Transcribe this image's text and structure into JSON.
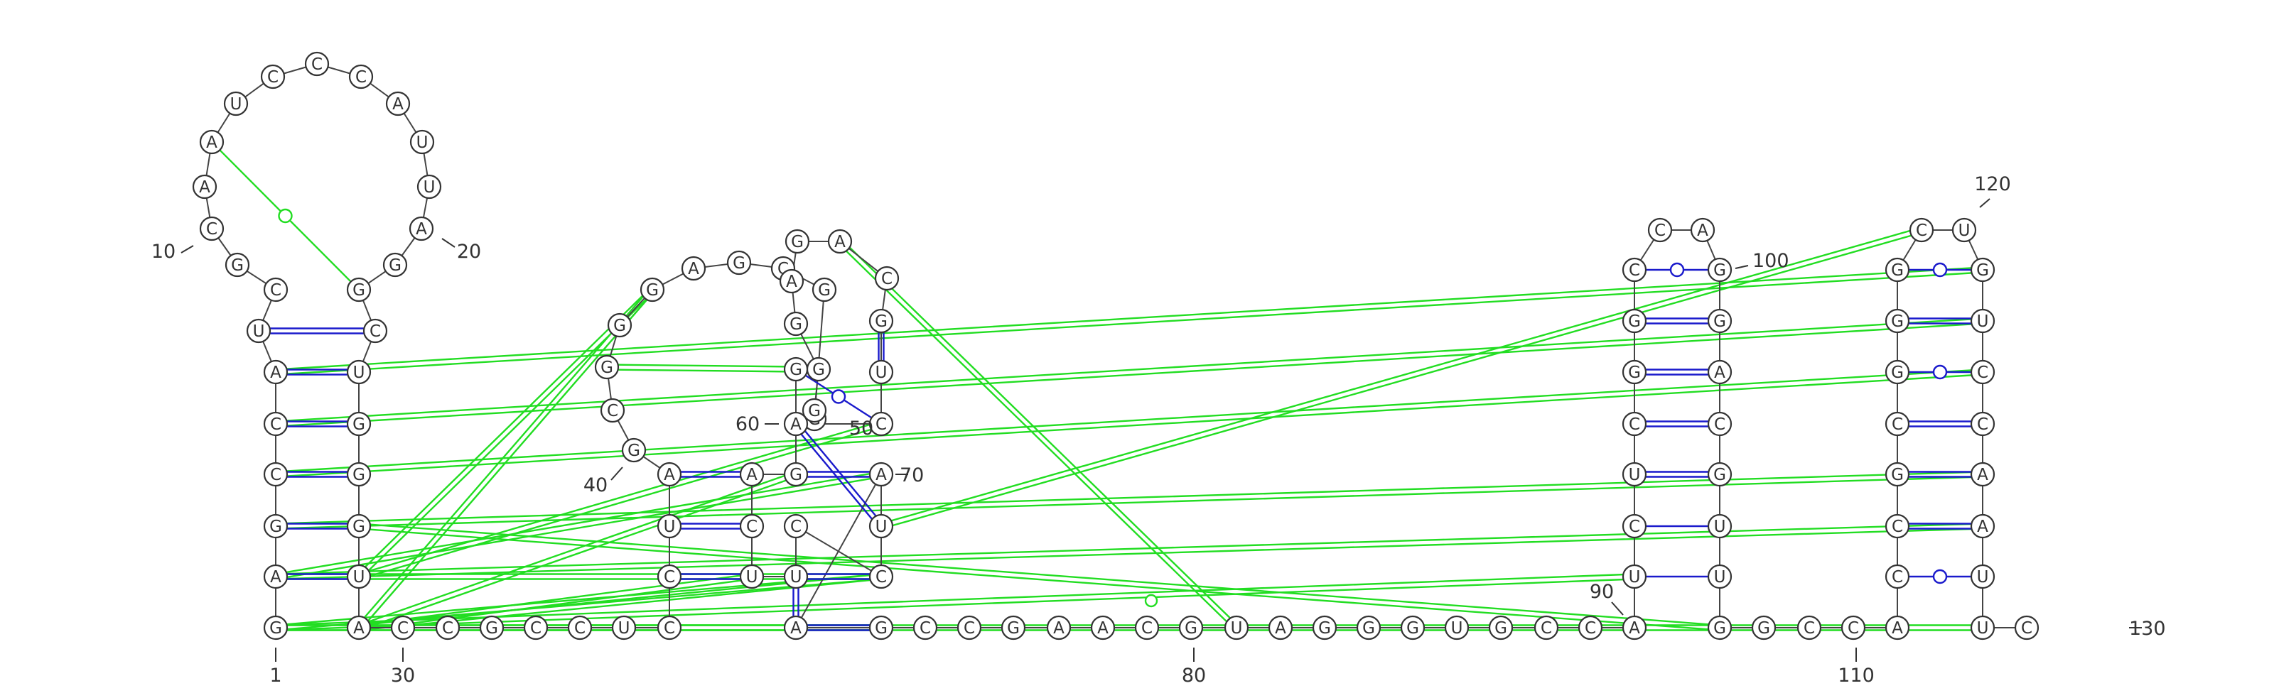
{
  "structure": {
    "sequence": "GAGCCAUCGCAAUCCCAUUAGGCUGGGUACCGCCUCCUAGCGGGAGCGGGGGAGACGUCAGGACUUCCUAAGCCGAACGUAGGGUGCCAUCUCGGCCAGGACGUUGGCCACCGCGGGCUGUCCAAUUC",
    "position_labels": [
      "1",
      "10",
      "20",
      "30",
      "40",
      "50",
      "60",
      "70",
      "80",
      "90",
      "100",
      "110",
      "120",
      "130"
    ]
  },
  "colors": {
    "nucleotide_stroke": "#333333",
    "backbone": "#444444",
    "canonical_pair": "#1a1acc",
    "noncanonical_pair": "#1a1acc",
    "tertiary_interaction": "#22dd22"
  }
}
